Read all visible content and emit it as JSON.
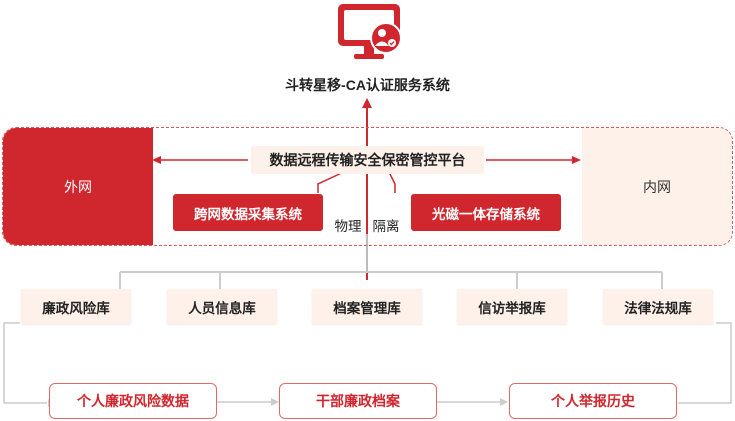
{
  "system_title": "斗转星移-CA认证服务系统",
  "platform": {
    "left_label": "外网",
    "right_label": "内网",
    "center_label": "数据远程传输安全保密管控平台",
    "collect_system": "跨网数据采集系统",
    "storage_system": "光磁一体存储系统",
    "isolation_left": "物理",
    "isolation_right": "隔离"
  },
  "databases": [
    "廉政风险库",
    "人员信息库",
    "档案管理库",
    "信访举报库",
    "法律法规库"
  ],
  "data_outputs": [
    "个人廉政风险数据",
    "干部廉政档案",
    "个人举报历史"
  ],
  "colors": {
    "accent": "#d0262d",
    "light_fill": "#fdf1ea",
    "line": "#cccccc"
  },
  "icon": "monitor-user-check-icon"
}
